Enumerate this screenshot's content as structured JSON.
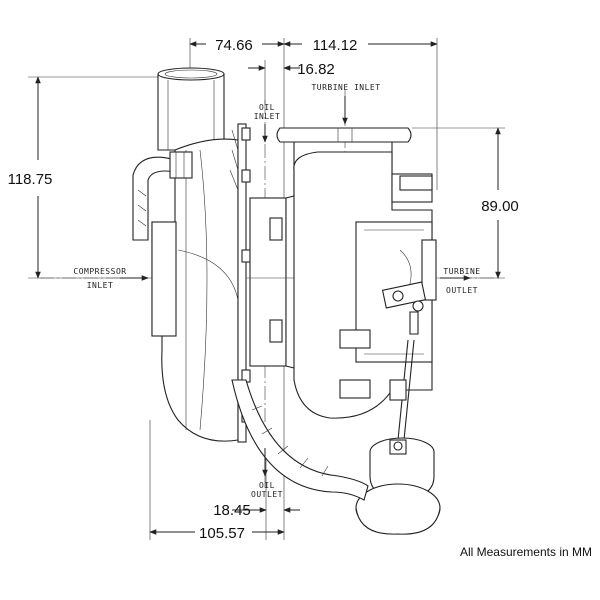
{
  "dimensions": {
    "top_left": "74.66",
    "top_right": "114.12",
    "top_small": "16.82",
    "left_height": "118.75",
    "right_height": "89.00",
    "bottom_small": "18.45",
    "bottom_width": "105.57"
  },
  "labels": {
    "oil_inlet_1": "OIL",
    "oil_inlet_2": "INLET",
    "turbine_inlet": "TURBINE INLET",
    "compressor_inlet_1": "COMPRESSOR",
    "compressor_inlet_2": "INLET",
    "turbine_outlet_1": "TURBINE",
    "turbine_outlet_2": "OUTLET",
    "oil_outlet_1": "OIL",
    "oil_outlet_2": "OUTLET"
  },
  "note": "All Measurements in MM"
}
